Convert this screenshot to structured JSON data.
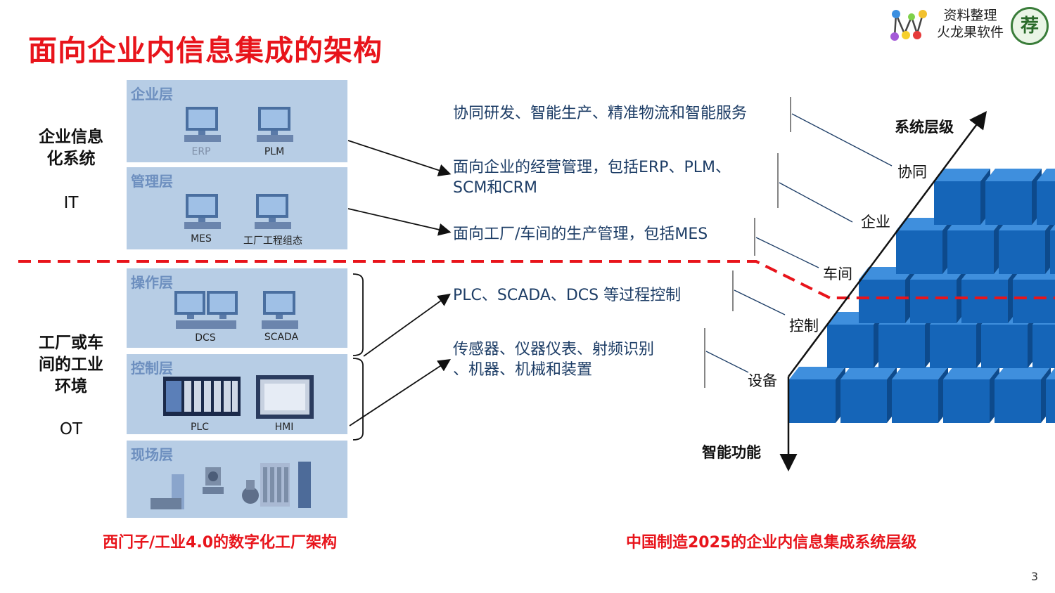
{
  "title": "面向企业内信息集成的架构",
  "brand": {
    "line1": "资料整理",
    "line2": "火龙果软件",
    "badge": "荐"
  },
  "left": {
    "it_label_line1": "企业信息",
    "it_label_line2": "化系统",
    "it_abbr": "IT",
    "ot_label_line1": "工厂或车",
    "ot_label_line2": "间的工业",
    "ot_label_line3": "环境",
    "ot_abbr": "OT"
  },
  "layers": [
    {
      "name": "企业层",
      "devices": [
        "ERP",
        "PLM"
      ]
    },
    {
      "name": "管理层",
      "devices": [
        "MES",
        "工厂工程组态"
      ]
    },
    {
      "name": "操作层",
      "devices": [
        "DCS",
        "SCADA"
      ]
    },
    {
      "name": "控制层",
      "devices": [
        "PLC",
        "HMI"
      ]
    },
    {
      "name": "现场层",
      "devices": []
    }
  ],
  "descriptions": {
    "d1": "协同研发、智能生产、精准物流和智能服务",
    "d2_line1": "面向企业的经营管理，包括ERP、PLM、",
    "d2_line2": "SCM和CRM",
    "d3": "面向工厂/车间的生产管理，包括MES",
    "d4": "PLC、SCADA、DCS 等过程控制",
    "d5_line1": "传感器、仪器仪表、射频识别",
    "d5_line2": "、机器、机械和装置"
  },
  "axes": {
    "vertical": "系统层级",
    "horizontal": "智能功能"
  },
  "levels": [
    "协同",
    "企业",
    "车间",
    "控制",
    "设备"
  ],
  "captions": {
    "left": "西门子/工业4.0的数字化工厂架构",
    "right": "中国制造2025的企业内信息集成系统层级"
  },
  "page_number": "3",
  "colors": {
    "title_red": "#e8141b",
    "layer_blue": "#b7cde5",
    "cube_blue": "#1565b8",
    "desc_text": "#1d3d66"
  }
}
